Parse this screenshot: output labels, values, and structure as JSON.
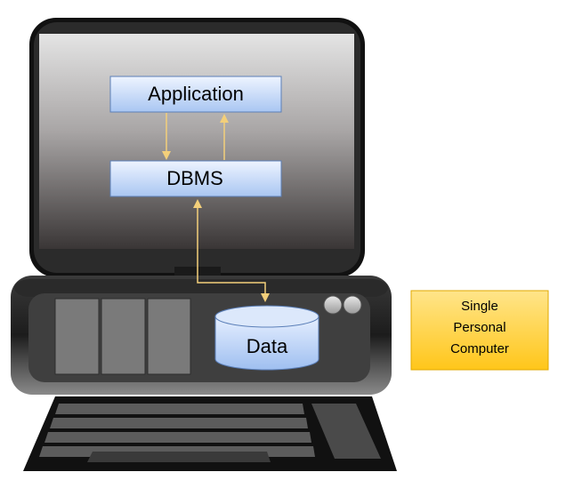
{
  "diagram": {
    "boxes": {
      "application": "Application",
      "dbms": "DBMS",
      "data": "Data"
    },
    "callout": {
      "line1": "Single",
      "line2": "Personal",
      "line3": "Computer"
    }
  },
  "colors": {
    "box_fill_top": "#eef4ff",
    "box_fill_bottom": "#a9c6f2",
    "box_stroke": "#5b7fb8",
    "arrow": "#f7d27a",
    "callout_fill": "#ffd34d",
    "callout_stroke": "#e0a800",
    "monitor_bezel": "#1a1a1a",
    "screen_top": "#e2e2e2",
    "screen_bottom": "#3c3838",
    "base_body": "#2a2a2a",
    "base_panel": "#4a4a4a",
    "keyboard": "#1f1f1f"
  }
}
